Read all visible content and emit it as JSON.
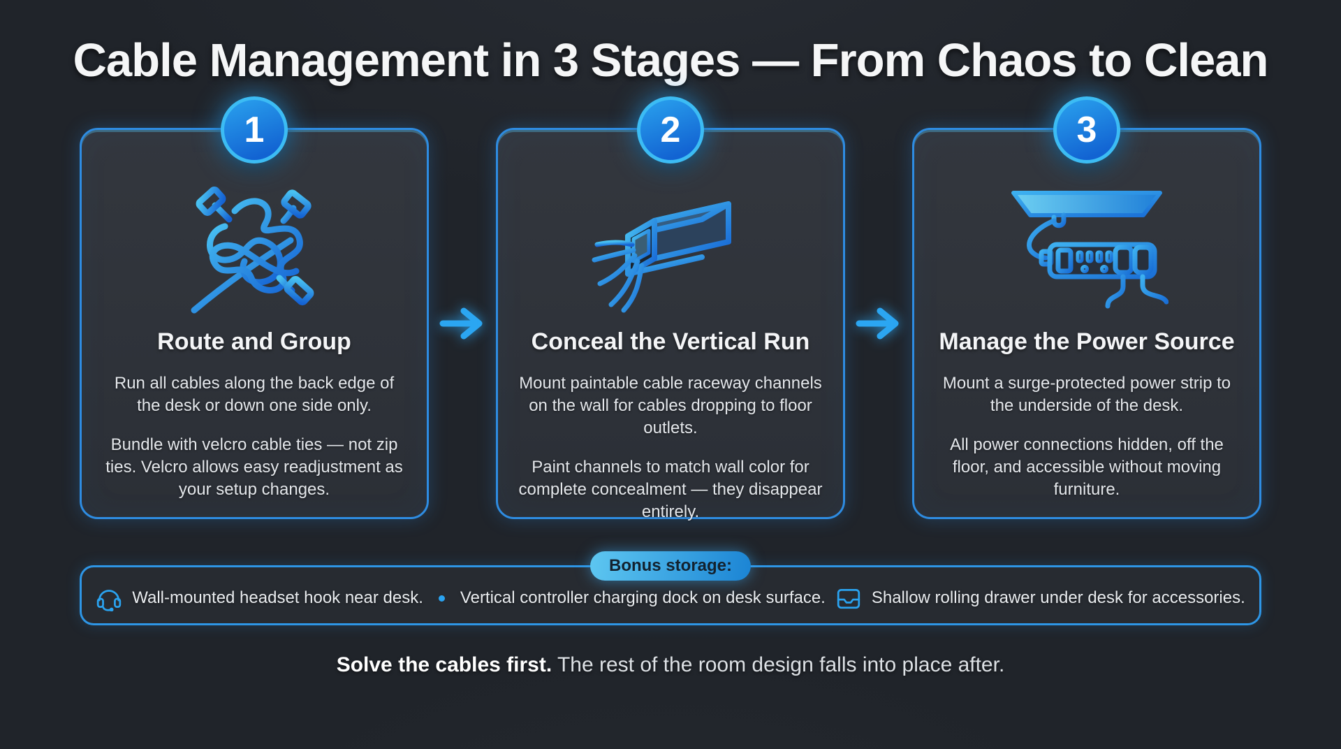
{
  "page": {
    "title": "Cable Management in 3 Stages — From Chaos to Clean"
  },
  "colors": {
    "background": "#20242a",
    "card_background": "#2f333a",
    "accent_blue": "#2aa3f0",
    "badge_fill": "#1a76dd",
    "badge_ring": "#3cbcf4",
    "card_border": "#2e8ce2",
    "pill_gradient_start": "#5ec7f1",
    "pill_gradient_end": "#1b84d4",
    "pill_text": "#13222f",
    "body_text": "#e4e7eb"
  },
  "stages": [
    {
      "number": "1",
      "icon": "tangled-cables-icon",
      "title": "Route and Group",
      "paragraphs": [
        "Run all cables along the back edge of the desk or down one side only.",
        "Bundle with velcro cable ties — not zip ties. Velcro allows easy readjustment as your setup changes."
      ]
    },
    {
      "number": "2",
      "icon": "cable-raceway-icon",
      "title": "Conceal the Vertical Run",
      "paragraphs": [
        "Mount paintable cable raceway channels on the wall for cables dropping to floor outlets.",
        "Paint channels to match wall color for complete concealment — they disappear entirely."
      ]
    },
    {
      "number": "3",
      "icon": "power-strip-icon",
      "title": "Manage the Power Source",
      "paragraphs": [
        "Mount a surge-protected power strip to the underside of the desk.",
        "All power connections hidden, off the floor, and accessible without moving furniture."
      ]
    }
  ],
  "bonus": {
    "label": "Bonus storage:",
    "items": [
      {
        "icon": "headset-icon",
        "text": "Wall-mounted headset hook near desk."
      },
      {
        "icon": "bullet-dot-icon",
        "text": "Vertical controller charging dock on desk surface."
      },
      {
        "icon": "drawer-icon",
        "text": "Shallow rolling drawer under desk for accessories."
      }
    ]
  },
  "footer": {
    "bold": "Solve the cables first.",
    "rest": " The rest of the room design falls into place after."
  }
}
